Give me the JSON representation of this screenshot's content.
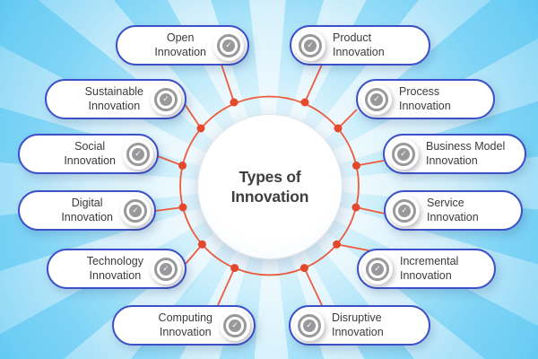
{
  "title": {
    "line1": "Types of",
    "line2": "Innovation"
  },
  "icons": {
    "check_badge": "✓"
  },
  "colors": {
    "pill_border_blue": "#3c50c8",
    "connector_orange": "#ef5b3c",
    "connector_dot": "#e5482a",
    "badge_gray": "#98999b",
    "label_text": "#3b3b3b",
    "ray_blue_dark": "#8edaf7",
    "ray_blue_light": "#cdeefb"
  },
  "pills": {
    "left": [
      {
        "line1": "Open",
        "line2": "Innovation"
      },
      {
        "line1": "Sustainable",
        "line2": "Innovation"
      },
      {
        "line1": "Social",
        "line2": "Innovation"
      },
      {
        "line1": "Digital",
        "line2": "Innovation"
      },
      {
        "line1": "Technology",
        "line2": "Innovation"
      },
      {
        "line1": "Computing",
        "line2": "Innovation"
      }
    ],
    "right": [
      {
        "line1": "Product",
        "line2": "Innovation"
      },
      {
        "line1": "Process",
        "line2": "Innovation"
      },
      {
        "line1": "Business Model",
        "line2": "Innovation"
      },
      {
        "line1": "Service",
        "line2": "Innovation"
      },
      {
        "line1": "Incremental",
        "line2": "Innovation"
      },
      {
        "line1": "Disruptive",
        "line2": "Innovation"
      }
    ]
  }
}
